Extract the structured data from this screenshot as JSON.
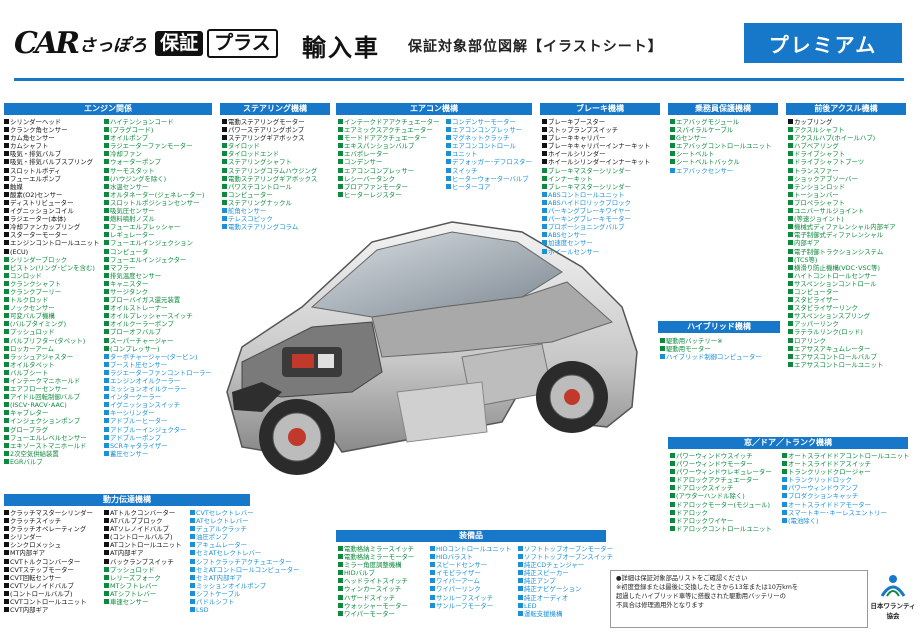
{
  "header": {
    "logo_car": "CAR",
    "logo_sapporo": "さっぽろ",
    "logo_hosho": "保証",
    "logo_plus": "プラス",
    "title": "輸入車",
    "subtitle": "保証対象部位図解【イラストシート】",
    "badge": "プレミアム"
  },
  "colors": {
    "accent": "#1777c9",
    "green": "#0a8a3a",
    "cyan": "#1990d8"
  },
  "sections": {
    "engine": {
      "title": "エンジン関係",
      "col1": [
        [
          "b",
          "シリンダーヘッド"
        ],
        [
          "b",
          "クランク角センサー"
        ],
        [
          "b",
          "カム角センサー"
        ],
        [
          "b",
          "カムシャフト"
        ],
        [
          "b",
          "吸気・排気バルブ"
        ],
        [
          "b",
          "吸気・排気バルブスプリング"
        ],
        [
          "b",
          "スロットルボディ"
        ],
        [
          "b",
          "フューエルポンプ"
        ],
        [
          "b",
          "触媒"
        ],
        [
          "b",
          "酸素(O2)センサー"
        ],
        [
          "b",
          "ディストリビューター"
        ],
        [
          "b",
          "イグニッションコイル"
        ],
        [
          "b",
          "ラジエーター(本体)"
        ],
        [
          "b",
          "冷却ファンカップリング"
        ],
        [
          "b",
          "スターターモーター"
        ],
        [
          "b",
          "エンジンコントロールユニット"
        ],
        [
          "b",
          "(ECU)"
        ],
        [
          "g",
          "シリンダーブロック"
        ],
        [
          "g",
          "ピストン(リング･ピンを含む)"
        ],
        [
          "g",
          "コンロッド"
        ],
        [
          "g",
          "クランクシャフト"
        ],
        [
          "g",
          "クランクプーリー"
        ],
        [
          "g",
          "トルクロッド"
        ],
        [
          "g",
          "ノックセンサー"
        ],
        [
          "g",
          "可変バルブ機構"
        ],
        [
          "g",
          "(バルブタイミング)"
        ],
        [
          "g",
          "プッシュロッド"
        ],
        [
          "g",
          "バルブリフター(タペット)"
        ],
        [
          "g",
          "ロッカーアーム"
        ],
        [
          "g",
          "ラッシュアジャスター"
        ],
        [
          "g",
          "オイルタペット"
        ],
        [
          "g",
          "バルブシート"
        ],
        [
          "g",
          "インテークマニホールド"
        ],
        [
          "g",
          "エアフローセンサー"
        ],
        [
          "g",
          "アイドル回転制御バルブ"
        ],
        [
          "g",
          "(ISCV･RACV･AAC)"
        ],
        [
          "g",
          "キャブレター"
        ],
        [
          "g",
          "インジェクションポンプ"
        ],
        [
          "g",
          "グロープラグ"
        ],
        [
          "g",
          "フューエルレベルセンサー"
        ],
        [
          "g",
          "エキゾーストマニホールド"
        ],
        [
          "g",
          "2次空気供給装置"
        ],
        [
          "g",
          "EGRバルブ"
        ]
      ],
      "col2": [
        [
          "g",
          "ハイテンションコード"
        ],
        [
          "g",
          "(プラグコード)"
        ],
        [
          "g",
          "オイルポンプ"
        ],
        [
          "g",
          "ラジエーターファンモーター"
        ],
        [
          "g",
          "冷却ファン"
        ],
        [
          "g",
          "ウォーターポンプ"
        ],
        [
          "g",
          "サーモスタット"
        ],
        [
          "g",
          "(ハウジングを除く)"
        ],
        [
          "g",
          "水温センサー"
        ],
        [
          "g",
          "オルタネーター(ジェネレーター)"
        ],
        [
          "g",
          "スロットルポジションセンサー"
        ],
        [
          "g",
          "吸気圧センサー"
        ],
        [
          "g",
          "燃料噴射ノズル"
        ],
        [
          "g",
          "フューエルプレッシャー"
        ],
        [
          "g",
          "レギュレーター"
        ],
        [
          "g",
          "フューエルインジェクション"
        ],
        [
          "g",
          "コンピュータ"
        ],
        [
          "g",
          "フューエルインジェクター"
        ],
        [
          "g",
          "マフラー"
        ],
        [
          "g",
          "排気温度センサー"
        ],
        [
          "g",
          "キャニスター"
        ],
        [
          "g",
          "サージタンク"
        ],
        [
          "g",
          "ブローバイガス還元装置"
        ],
        [
          "g",
          "オイルストレーナー"
        ],
        [
          "g",
          "オイルプレッシャースイッチ"
        ],
        [
          "g",
          "オイルクーラーポンプ"
        ],
        [
          "g",
          "ブローオフバルブ"
        ],
        [
          "g",
          "スーパーチャージャー"
        ],
        [
          "g",
          "(コンプレッサー)"
        ],
        [
          "c",
          "ターボチャージャー(タービン)"
        ],
        [
          "c",
          "ブースト圧センサー"
        ],
        [
          "c",
          "ラジエーターファンコントローラー"
        ],
        [
          "c",
          "エンジンオイルクーラー"
        ],
        [
          "c",
          "ミッションオイルクーラー"
        ],
        [
          "c",
          "インタークーラー"
        ],
        [
          "c",
          "イグニッションスイッチ"
        ],
        [
          "c",
          "キーシリンダー"
        ],
        [
          "c",
          "アドブルーヒーター"
        ],
        [
          "c",
          "アドブルーインジェクター"
        ],
        [
          "c",
          "アドブルーポンプ"
        ],
        [
          "c",
          "SCRキャタライザー"
        ],
        [
          "c",
          "蓄圧センサー"
        ]
      ]
    },
    "steering": {
      "title": "ステアリング機構",
      "items": [
        [
          "b",
          "電動ステアリングモーター"
        ],
        [
          "b",
          "パワーステアリングポンプ"
        ],
        [
          "b",
          "ステアリングギアボックス"
        ],
        [
          "g",
          "タイロッド"
        ],
        [
          "g",
          "タイロッドエンド"
        ],
        [
          "g",
          "ステアリングシャフト"
        ],
        [
          "g",
          "ステアリングコラムハウジング"
        ],
        [
          "g",
          "電動ステアリングギアボックス"
        ],
        [
          "g",
          "パワステコントロール"
        ],
        [
          "g",
          "コンピューター"
        ],
        [
          "g",
          "ステアリングナックル"
        ],
        [
          "c",
          "舵角センサー"
        ],
        [
          "c",
          "テレスコピック"
        ],
        [
          "c",
          "電動ステアリングコラム"
        ]
      ]
    },
    "aircon": {
      "title": "エアコン機構",
      "col1": [
        [
          "g",
          "インテークドアアクチュエーター"
        ],
        [
          "g",
          "エアミックスアクチュエーター"
        ],
        [
          "g",
          "モードドアアクチュエーター"
        ],
        [
          "g",
          "エキスパンションバルブ"
        ],
        [
          "g",
          "エバポレーター"
        ],
        [
          "g",
          "コンデンサー"
        ],
        [
          "g",
          "エアコンコンプレッサー"
        ],
        [
          "g",
          "レシーバータンク"
        ],
        [
          "g",
          "ブロアファンモーター"
        ],
        [
          "g",
          "ヒーターレジスター"
        ]
      ],
      "col2": [
        [
          "c",
          "コンデンサーモーター"
        ],
        [
          "c",
          "エアコンコンプレッサー"
        ],
        [
          "c",
          "マグネットクラッチ"
        ],
        [
          "c",
          "エアコンコントロール"
        ],
        [
          "c",
          "ユニット"
        ],
        [
          "c",
          "デフォッガー･デフロスター"
        ],
        [
          "c",
          "スイッチ"
        ],
        [
          "c",
          "ヒーターウォーターバルブ"
        ],
        [
          "c",
          "ヒーターコア"
        ]
      ]
    },
    "brake": {
      "title": "ブレーキ機構",
      "items": [
        [
          "b",
          "ブレーキブースター"
        ],
        [
          "b",
          "ストップランプスイッチ"
        ],
        [
          "b",
          "ブレーキキャリパー"
        ],
        [
          "b",
          "ブレーキキャリパーインナーキット"
        ],
        [
          "b",
          "ホイールシリンダー"
        ],
        [
          "b",
          "ホイールシリンダーインナーキット"
        ],
        [
          "g",
          "ブレーキマスターシリンダー"
        ],
        [
          "g",
          "インナーキット"
        ],
        [
          "g",
          "ブレーキマスターシリンダー"
        ],
        [
          "c",
          "ABSコントロールユニット"
        ],
        [
          "c",
          "ABSハイドロリックブロック"
        ],
        [
          "c",
          "パーキングブレーキワイヤー"
        ],
        [
          "c",
          "パーキングブレーキモーター"
        ],
        [
          "c",
          "プロポーショニングバルブ"
        ],
        [
          "c",
          "ABSセンサー"
        ],
        [
          "c",
          "加速度センサー"
        ],
        [
          "c",
          "ホイールセンサー"
        ]
      ]
    },
    "safety": {
      "title": "乗務員保護機構",
      "items": [
        [
          "g",
          "エアバッグモジュール"
        ],
        [
          "g",
          "スパイラルケーブル"
        ],
        [
          "g",
          "Gセンサー"
        ],
        [
          "g",
          "エアバッグコントロールユニット"
        ],
        [
          "g",
          "シートベルト"
        ],
        [
          "g",
          "シートベルトバックル"
        ],
        [
          "c",
          "エアバックセンサー"
        ]
      ]
    },
    "axle": {
      "title": "前後アクスル機構",
      "items": [
        [
          "b",
          "カップリング"
        ],
        [
          "g",
          "アクスルシャフト"
        ],
        [
          "g",
          "アクスルハブ(ホイールハブ)"
        ],
        [
          "g",
          "ハブベアリング"
        ],
        [
          "g",
          "ドライブシャフト"
        ],
        [
          "g",
          "ドライブシャフトブーツ"
        ],
        [
          "g",
          "トランスファー"
        ],
        [
          "g",
          "ショックアブソーバー"
        ],
        [
          "g",
          "テンションロッド"
        ],
        [
          "g",
          "トーションバー"
        ],
        [
          "g",
          "プロペラシャフト"
        ],
        [
          "g",
          "ユニバーサルジョイント"
        ],
        [
          "g",
          "(等速ジョイント)"
        ],
        [
          "g",
          "機械式ディファレンシャル内部ギア"
        ],
        [
          "g",
          "電子制御式ディファレンシャル"
        ],
        [
          "g",
          "内部ギア"
        ],
        [
          "g",
          "電子制御トラクションシステム"
        ],
        [
          "g",
          "(TCS等)"
        ],
        [
          "g",
          "横滑り防止機構(VDC･VSC等)"
        ],
        [
          "g",
          "ハイトコントロールセンサー"
        ],
        [
          "g",
          "サスペンションコントロール"
        ],
        [
          "g",
          "コンピューター"
        ],
        [
          "g",
          "スタビライザー"
        ],
        [
          "g",
          "スタビライザーリンク"
        ],
        [
          "g",
          "サスペンションスプリング"
        ],
        [
          "g",
          "アッパーリンク"
        ],
        [
          "g",
          "ラテラルリンク(ロッド)"
        ],
        [
          "g",
          "ロアリンク"
        ],
        [
          "g",
          "エアサスアキュムレーター"
        ],
        [
          "g",
          "エアサスコントロールバルブ"
        ],
        [
          "g",
          "エアサスコントロールユニット"
        ]
      ]
    },
    "hybrid": {
      "title": "ハイブリッド機構",
      "items": [
        [
          "g",
          "駆動用バッテリー※"
        ],
        [
          "g",
          "駆動用モーター"
        ],
        [
          "c",
          "ハイブリッド制御コンピューター"
        ]
      ]
    },
    "window": {
      "title": "窓／ドア／トランク機構",
      "col1": [
        [
          "g",
          "パワーウィンドウスイッチ"
        ],
        [
          "g",
          "パワーウィンドウモーター"
        ],
        [
          "g",
          "パワーウィンドウレギュレーター"
        ],
        [
          "g",
          "ドアロックアクチュエーター"
        ],
        [
          "g",
          "ドアロックスイッチ"
        ],
        [
          "g",
          "(アウターハンドル除く)"
        ],
        [
          "g",
          "ドアロックモーター(モジュール)"
        ],
        [
          "g",
          "ドアロック"
        ],
        [
          "g",
          "ドアロックワイヤー"
        ],
        [
          "g",
          "ドアロックコントロールユニット"
        ]
      ],
      "col2": [
        [
          "g",
          "オートスライドドアコントロールユニット"
        ],
        [
          "g",
          "オートスライドドアスイッチ"
        ],
        [
          "g",
          "トランクリッドクロージャー"
        ],
        [
          "c",
          "トランクリッドロック"
        ],
        [
          "c",
          "パワーウィンドウアンプ"
        ],
        [
          "c",
          "プロダクションキャッチ"
        ],
        [
          "c",
          "オートスライドドアモーター"
        ],
        [
          "c",
          "スマートキー･キーレスエントリー"
        ],
        [
          "c",
          "(電池除く)"
        ]
      ]
    },
    "drive": {
      "title": "動力伝達機構",
      "col1": [
        [
          "b",
          "クラッチマスターシリンダー"
        ],
        [
          "b",
          "クラッチスイッチ"
        ],
        [
          "b",
          "クラッチオペレーティング"
        ],
        [
          "b",
          "シリンダー"
        ],
        [
          "b",
          "シンクロメッシュ"
        ],
        [
          "b",
          "MT内部ギア"
        ],
        [
          "b",
          "CVTトルクコンバーター"
        ],
        [
          "b",
          "CVTステップモーター"
        ],
        [
          "b",
          "CVT回転センサー"
        ],
        [
          "b",
          "CVTソレノイドバルブ"
        ],
        [
          "b",
          "(コントロールバルブ)"
        ],
        [
          "b",
          "CVTコントロールユニット"
        ],
        [
          "b",
          "CVT内部ギア"
        ]
      ],
      "col2": [
        [
          "b",
          "ATトルクコンバーター"
        ],
        [
          "b",
          "ATバルブブロック"
        ],
        [
          "b",
          "ATソレノイドバルブ"
        ],
        [
          "b",
          "(コントロールバルブ)"
        ],
        [
          "b",
          "ATコントロールユニット"
        ],
        [
          "b",
          "AT内部ギア"
        ],
        [
          "b",
          "バックランプスイッチ"
        ],
        [
          "g",
          "プッシュロッド"
        ],
        [
          "g",
          "レリーズフォーク"
        ],
        [
          "g",
          "MTシフトレバー"
        ],
        [
          "g",
          "ATシフトレバー"
        ],
        [
          "g",
          "車速センサー"
        ]
      ],
      "col3": [
        [
          "c",
          "CVTセレクトレバー"
        ],
        [
          "c",
          "ATセレクトレバー"
        ],
        [
          "c",
          "デュアルクラッチ"
        ],
        [
          "c",
          "油圧ポンプ"
        ],
        [
          "c",
          "アキュムレーター"
        ],
        [
          "c",
          "セミATセレクトレバー"
        ],
        [
          "c",
          "シフトクラッチアクチュエーター"
        ],
        [
          "c",
          "セミATコントロールコンピューター"
        ],
        [
          "c",
          "セミAT内部ギア"
        ],
        [
          "c",
          "ミッションオイルポンプ"
        ],
        [
          "c",
          "シフトケーブル"
        ],
        [
          "c",
          "パドルシフト"
        ],
        [
          "c",
          "LSD"
        ]
      ]
    },
    "equip": {
      "title": "装備品",
      "col1": [
        [
          "g",
          "電動格納ミラースイッチ"
        ],
        [
          "g",
          "電動格納ミラーモーター"
        ],
        [
          "g",
          "ミラー角度調整機構"
        ],
        [
          "g",
          "HIDバルブ"
        ],
        [
          "g",
          "ヘッドライトスイッチ"
        ],
        [
          "g",
          "ウィンカースイッチ"
        ],
        [
          "g",
          "ハザードスイッチ"
        ],
        [
          "g",
          "ウォッシャーモーター"
        ],
        [
          "g",
          "ワイパーモーター"
        ]
      ],
      "col2": [
        [
          "c",
          "HIDコントロールユニット"
        ],
        [
          "c",
          "HIDバラスト"
        ],
        [
          "c",
          "スピードセンサー"
        ],
        [
          "c",
          "イモビライザー"
        ],
        [
          "c",
          "ワイパーアーム"
        ],
        [
          "c",
          "ワイパーリンク"
        ],
        [
          "c",
          "サンルーフスイッチ"
        ],
        [
          "c",
          "サンルーフモーター"
        ]
      ],
      "col3": [
        [
          "c",
          "ソフトトップオープンモーター"
        ],
        [
          "c",
          "ソフトトップオープンスイッチ"
        ],
        [
          "c",
          "純正CDチェンジャー"
        ],
        [
          "c",
          "純正スピーカー"
        ],
        [
          "c",
          "純正アンプ"
        ],
        [
          "c",
          "純正ナビゲーション"
        ],
        [
          "c",
          "純正オーディオ"
        ],
        [
          "c",
          "LED"
        ],
        [
          "c",
          "運転支援機構"
        ]
      ]
    }
  },
  "note": {
    "l1": "●詳細は保証対象部品リストをご確認ください",
    "l2": "※初度登録または最後に交換したときから13年または10万kmを",
    "l3": "超過したハイブリッド車等に搭載された駆動用バッテリーの",
    "l4": "不具合は修理適用外となります"
  },
  "association": "日本ワランティ協会"
}
